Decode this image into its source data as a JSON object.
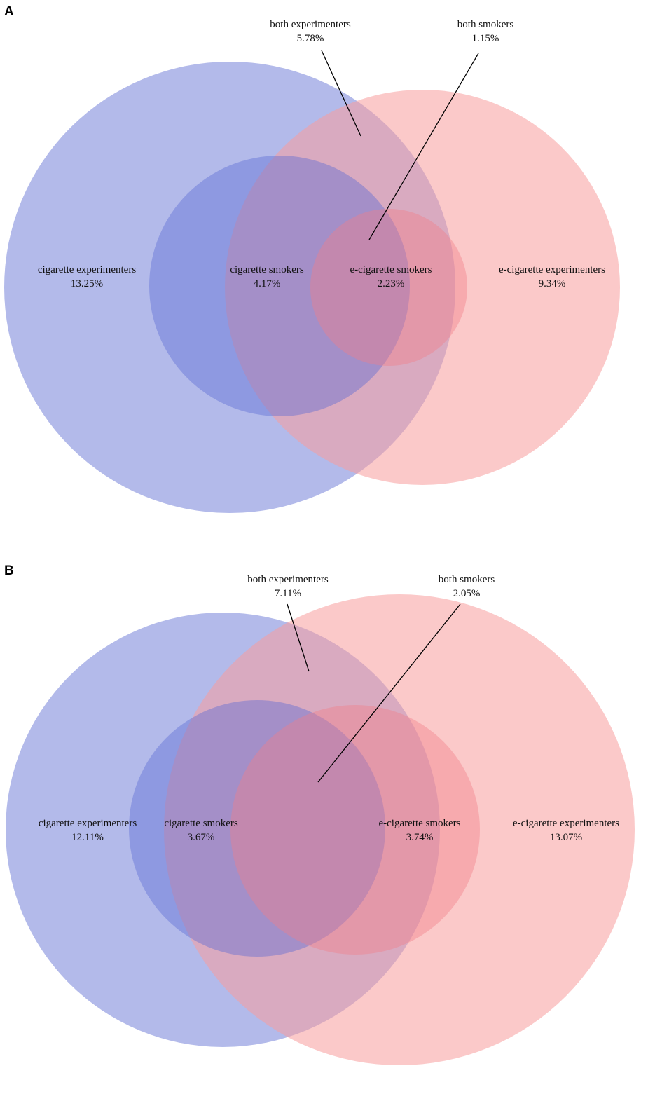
{
  "panels": [
    {
      "id": "A",
      "label": "A",
      "regions": {
        "cigarette_experimenters": {
          "name": "cigarette experimenters",
          "value": "13.25%"
        },
        "cigarette_smokers": {
          "name": "cigarette smokers",
          "value": "4.17%"
        },
        "ecig_smokers": {
          "name": "e-cigarette smokers",
          "value": "2.23%"
        },
        "ecig_experimenters": {
          "name": "e-cigarette experimenters",
          "value": "9.34%"
        },
        "both_experimenters": {
          "name": "both experimenters",
          "value": "5.78%"
        },
        "both_smokers": {
          "name": "both  smokers",
          "value": "1.15%"
        }
      }
    },
    {
      "id": "B",
      "label": "B",
      "regions": {
        "cigarette_experimenters": {
          "name": "cigarette experimenters",
          "value": "12.11%"
        },
        "cigarette_smokers": {
          "name": "cigarette smokers",
          "value": "3.67%"
        },
        "ecig_smokers": {
          "name": "e-cigarette smokers",
          "value": "3.74%"
        },
        "ecig_experimenters": {
          "name": "e-cigarette experimenters",
          "value": "13.07%"
        },
        "both_experimenters": {
          "name": "both experimenters",
          "value": "7.11%"
        },
        "both_smokers": {
          "name": "both smokers",
          "value": "2.05%"
        }
      }
    }
  ],
  "colors": {
    "cigarette": "#6d7bd6",
    "ecigarette": "#f79c9c"
  }
}
